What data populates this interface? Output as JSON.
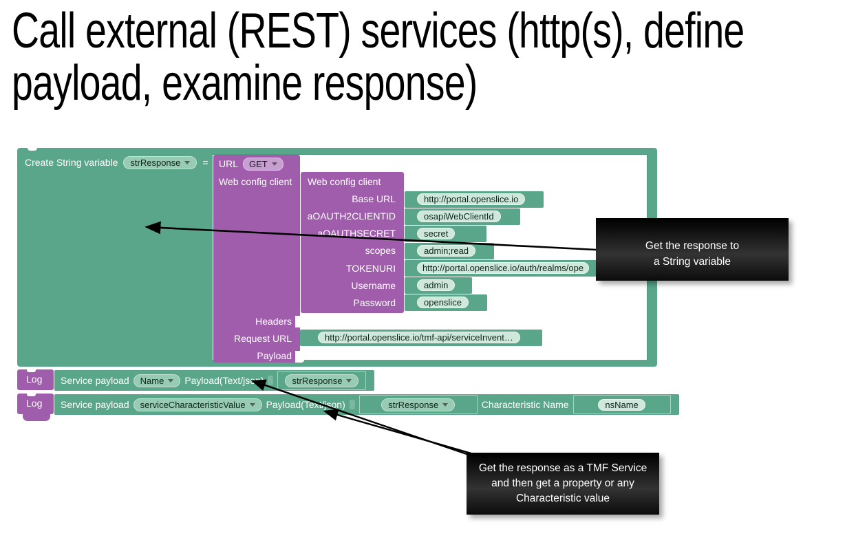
{
  "title": "Call external (REST) services (http(s), define\npayload, examine response)",
  "colors": {
    "teal": "#5aa68b",
    "teal-dark": "#4f977c",
    "purple": "#9f5dab",
    "pill-drop": "#97cbb3",
    "pill-field": "#cfe8dc",
    "purple-pill": "#c79fd1"
  },
  "blocks": {
    "create_var": {
      "label": "Create String variable",
      "variable": "strResponse",
      "equals": "="
    },
    "url": {
      "label": "URL",
      "method": "GET",
      "client_socket_label": "Web config client",
      "headers_label": "Headers",
      "request_url_label": "Request URL",
      "payload_label": "Payload",
      "request_url_value": "http://portal.openslice.io/tmf-api/serviceInvent…"
    },
    "web_config": {
      "title": "Web config client",
      "fields": [
        {
          "label": "Base URL",
          "value": "http://portal.openslice.io"
        },
        {
          "label": "aOAUTH2CLIENTID",
          "value": "osapiWebClientId"
        },
        {
          "label": "aOAUTHSECRET",
          "value": "secret"
        },
        {
          "label": "scopes",
          "value": "admin;read"
        },
        {
          "label": "TOKENURI",
          "value": "http://portal.openslice.io/auth/realms/ope"
        },
        {
          "label": "Username",
          "value": "admin"
        },
        {
          "label": "Password",
          "value": "openslice"
        }
      ]
    },
    "log1": {
      "stub": "Log",
      "service_payload_label": "Service payload",
      "name_dropdown": "Name",
      "payload_label": "Payload(Text/json)",
      "variable": "strResponse"
    },
    "log2": {
      "stub": "Log",
      "service_payload_label": "Service payload",
      "name_dropdown": "serviceCharacteristicValue",
      "payload_label": "Payload(Text/json)",
      "variable": "strResponse",
      "characteristic_label": "Characteristic Name",
      "characteristic_value": "nsName"
    }
  },
  "callouts": {
    "callout1": "Get the response to\na String variable",
    "callout2": "Get the response as a TMF Service\nand then get a property or any\nCharacteristic value"
  }
}
